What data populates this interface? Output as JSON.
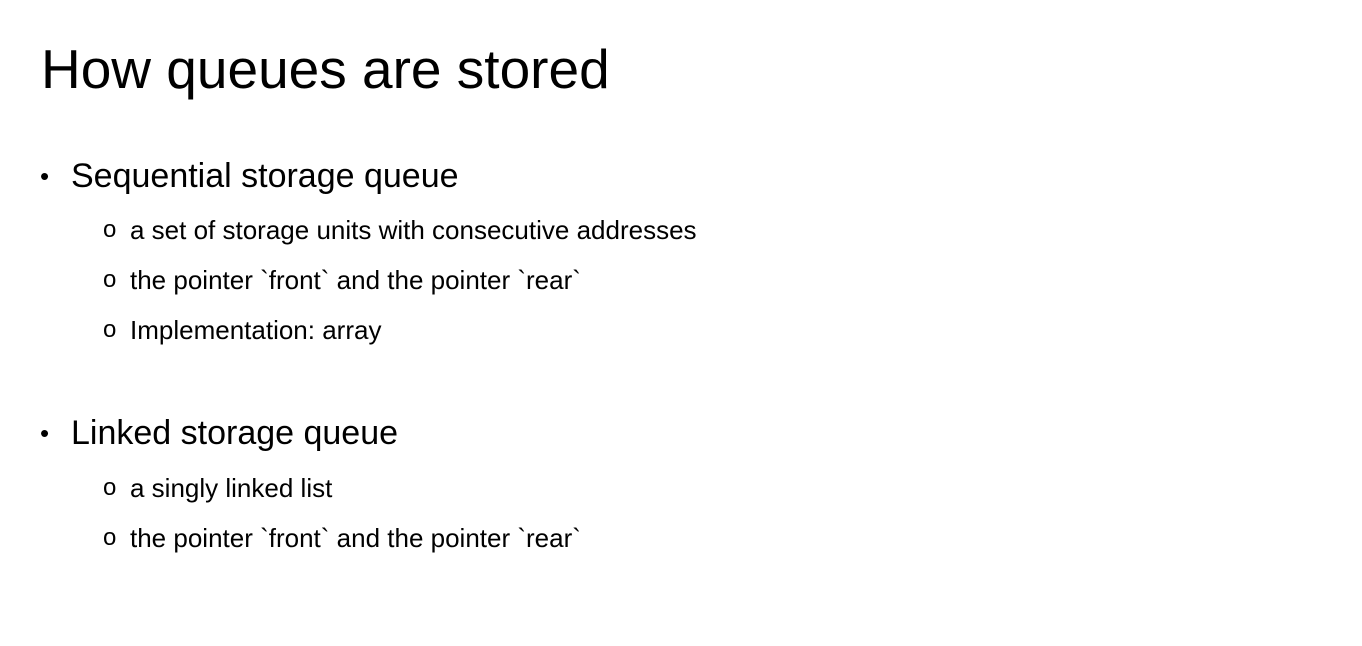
{
  "slide": {
    "title": "How queues are stored",
    "bullet_level1": "•",
    "bullet_level2": "o",
    "sections": [
      {
        "heading": "Sequential storage queue",
        "items": [
          "a set of storage units with consecutive addresses",
          "the pointer `front` and the pointer `rear`",
          "Implementation: array"
        ]
      },
      {
        "heading": "Linked storage queue",
        "items": [
          "a singly linked list",
          "the pointer `front` and the pointer `rear`"
        ]
      }
    ]
  }
}
